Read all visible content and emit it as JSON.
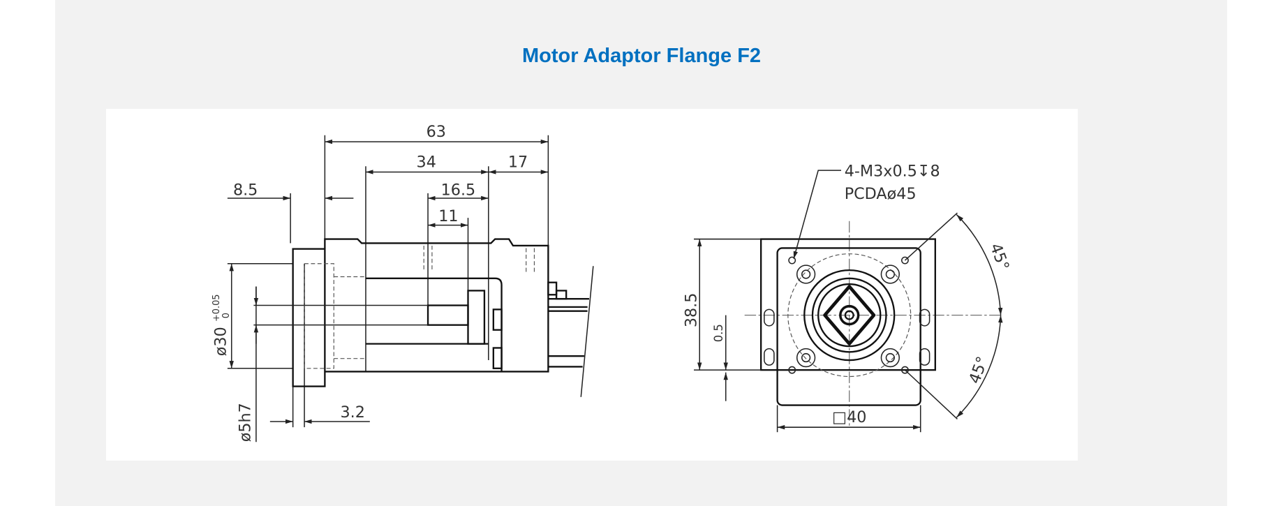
{
  "title": "Motor Adaptor Flange F2",
  "side_view": {
    "dim_overall": "63",
    "dim_body": "34",
    "dim_rear": "17",
    "dim_flange": "8.5",
    "dim_shaft_a": "16.5",
    "dim_shaft_b": "11",
    "dim_pilot": "ø30",
    "dim_pilot_tol_upper": "+0.05",
    "dim_pilot_tol_lower": "0",
    "dim_shaft_dia": "ø5h7",
    "dim_pilot_depth": "3.2"
  },
  "front_view": {
    "thread_note": "4-M3x0.5↧8",
    "pcd_note": "PCDAø45",
    "dim_height": "38.5",
    "dim_offset": "0.5",
    "dim_square": "□40",
    "angle_top": "45°",
    "angle_bottom": "45°"
  }
}
